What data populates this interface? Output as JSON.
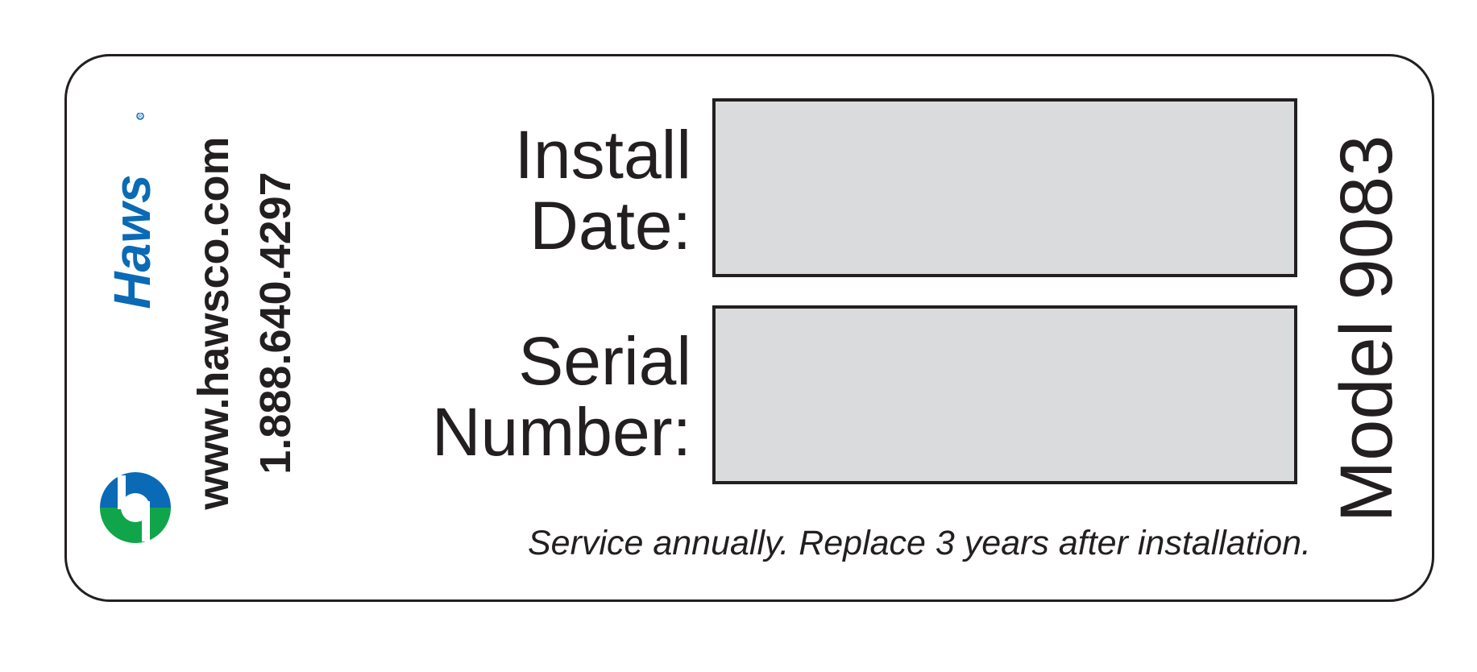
{
  "brand": {
    "logo_text": "Haws",
    "website": "www.hawsco.com",
    "phone": "1.888.640.4297",
    "colors": {
      "blue": "#0a6ab5",
      "green": "#10a54a",
      "ink": "#231f20",
      "field_fill": "#d9dbdc"
    }
  },
  "fields": {
    "install": {
      "line1": "Install",
      "line2": "Date:"
    },
    "serial": {
      "line1": "Serial",
      "line2": "Number:"
    }
  },
  "note": "Service annually. Replace 3 years after installation.",
  "model": "Model 9083"
}
